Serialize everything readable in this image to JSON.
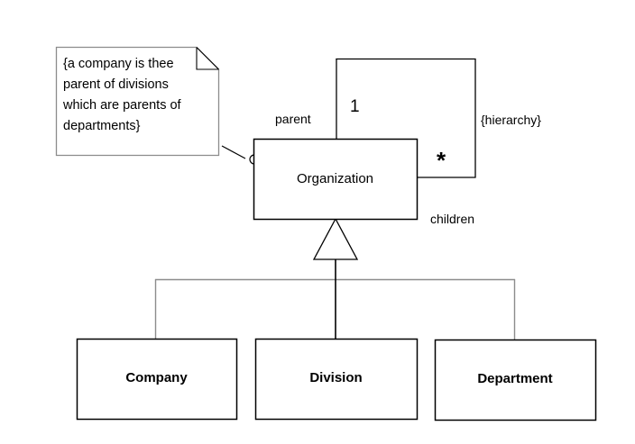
{
  "diagram": {
    "type": "uml-class-diagram",
    "background_color": "#ffffff",
    "line_color": "#000000",
    "tree_line_color": "#8c8c8c",
    "text_color": "#000000"
  },
  "note": {
    "name": "comment-note",
    "text": "{a company is thee\nparent of divisions\nwhich are parents of\ndepartments}",
    "anchor_target": "Organization"
  },
  "superclass": {
    "name": "Organization",
    "label": "Organization"
  },
  "self_association": {
    "name": "hierarchy-association",
    "role_source_label": "parent",
    "role_target_label": "children",
    "multiplicity_source": "1",
    "multiplicity_target": "*",
    "constraint": "{hierarchy}"
  },
  "generalization": {
    "name": "generalization-tree",
    "parent": "Organization",
    "children": [
      {
        "label": "Company"
      },
      {
        "label": "Division"
      },
      {
        "label": "Department"
      }
    ]
  }
}
